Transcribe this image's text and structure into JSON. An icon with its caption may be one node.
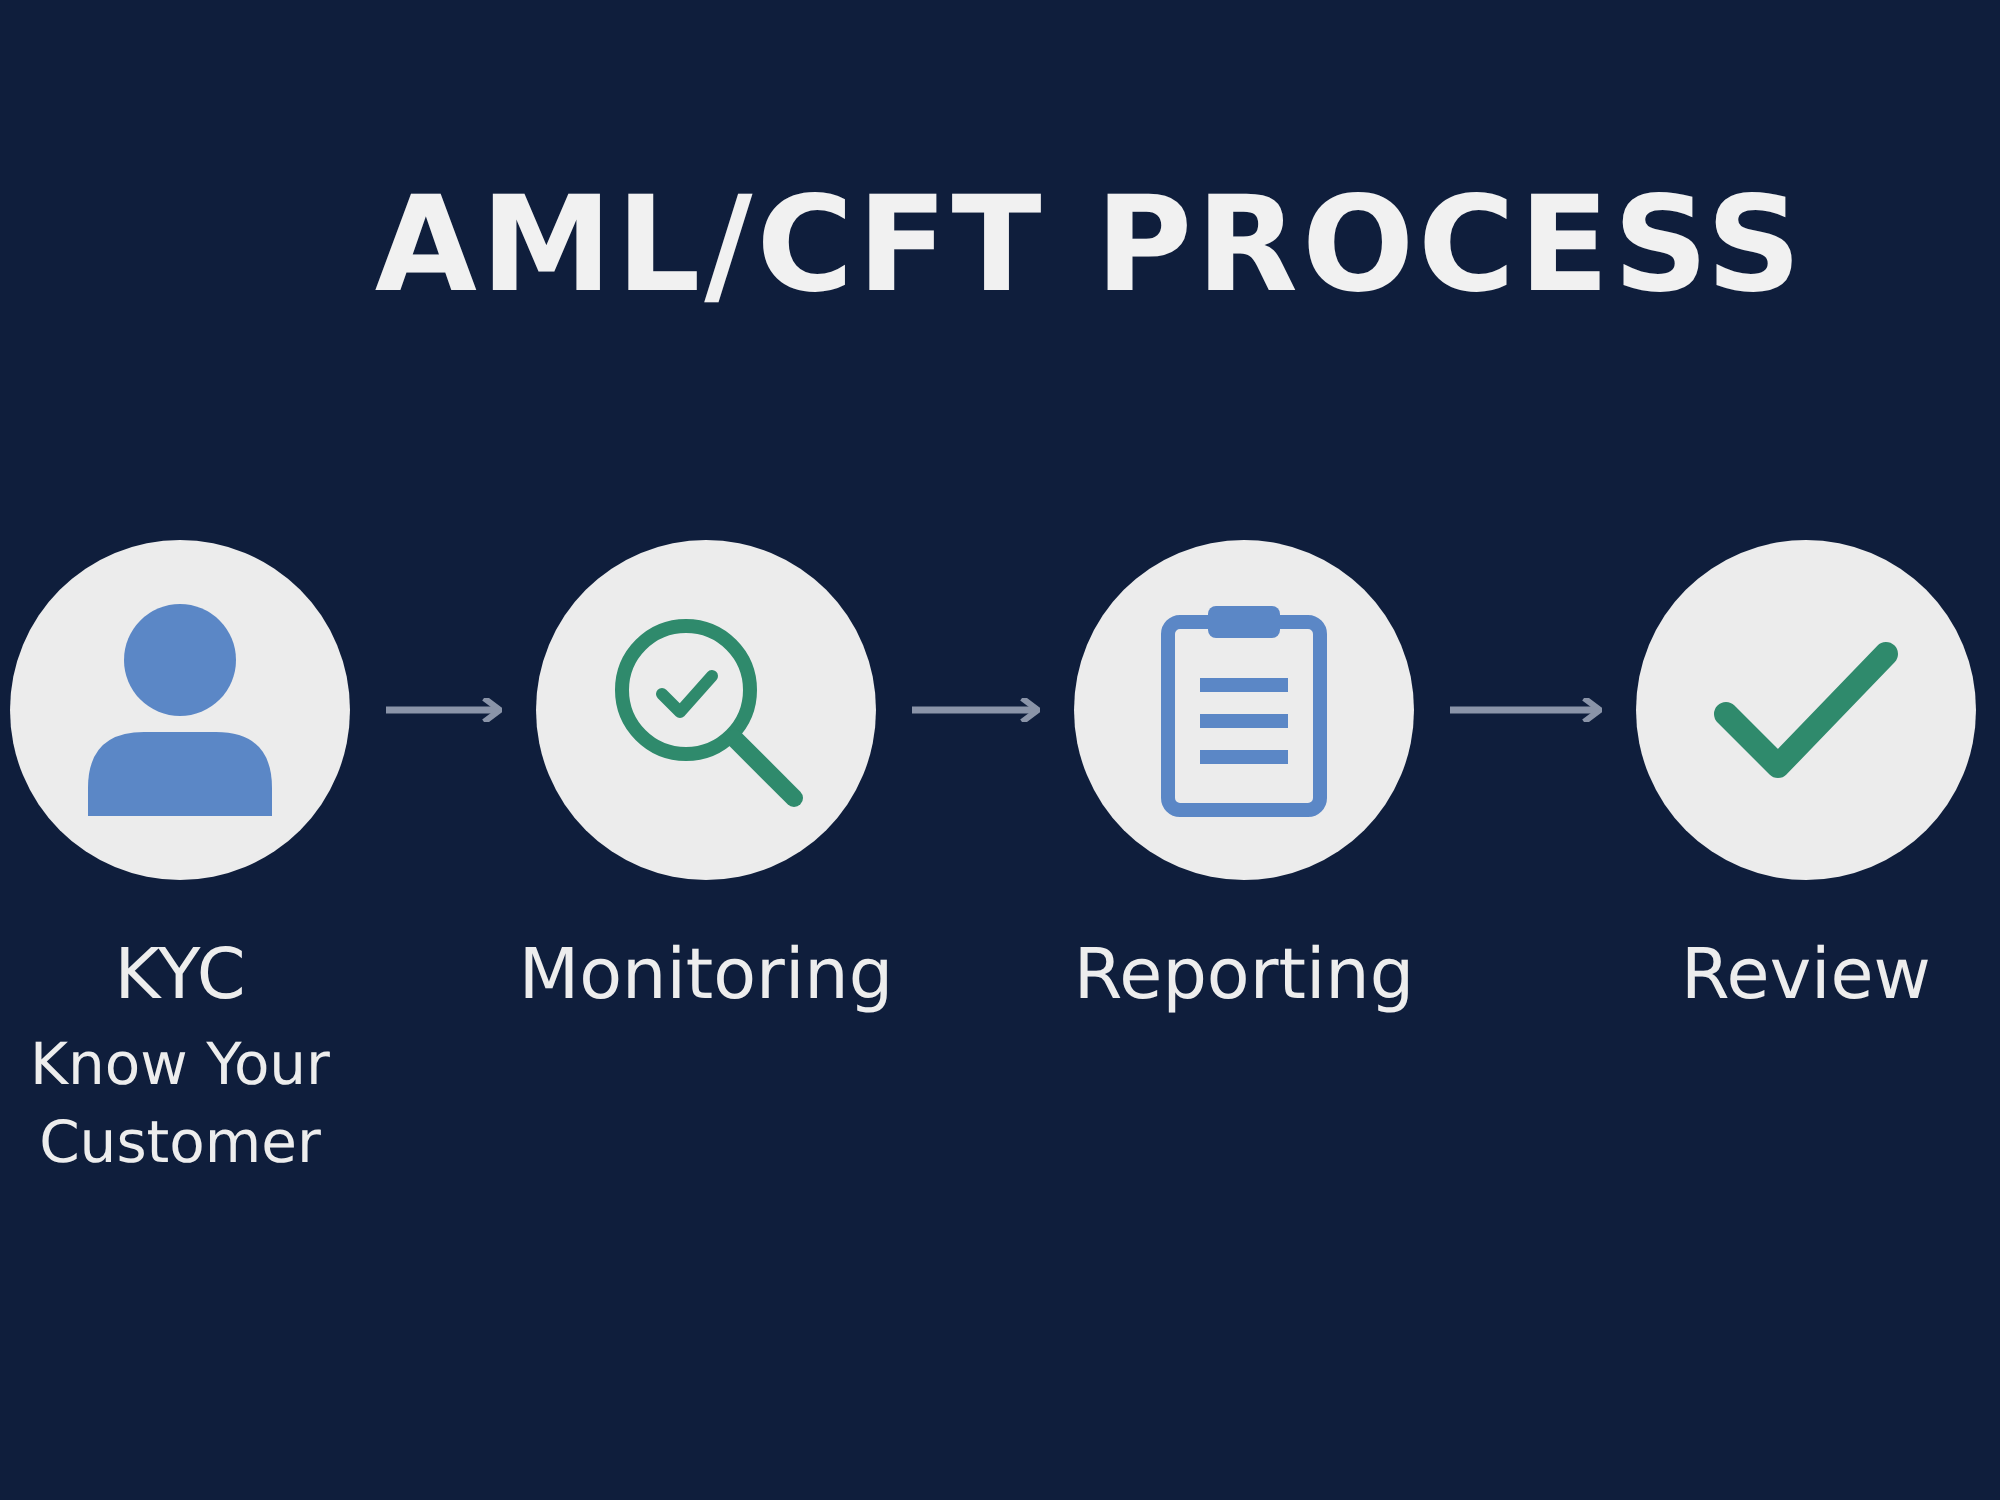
{
  "diagram": {
    "title": "AML/CFT PROCESS",
    "nodes": [
      {
        "text": [
          "KYC",
          "Know Your Customer"
        ]
      },
      {
        "text": [
          "Monitoring"
        ]
      },
      {
        "text": [
          "Reporting"
        ]
      },
      {
        "text": [
          "Review"
        ]
      }
    ],
    "edges": [
      {
        "from": 0,
        "to": 1,
        "arrow": "to"
      },
      {
        "from": 1,
        "to": 2,
        "arrow": "to"
      },
      {
        "from": 2,
        "to": 3,
        "arrow": "to"
      }
    ]
  }
}
